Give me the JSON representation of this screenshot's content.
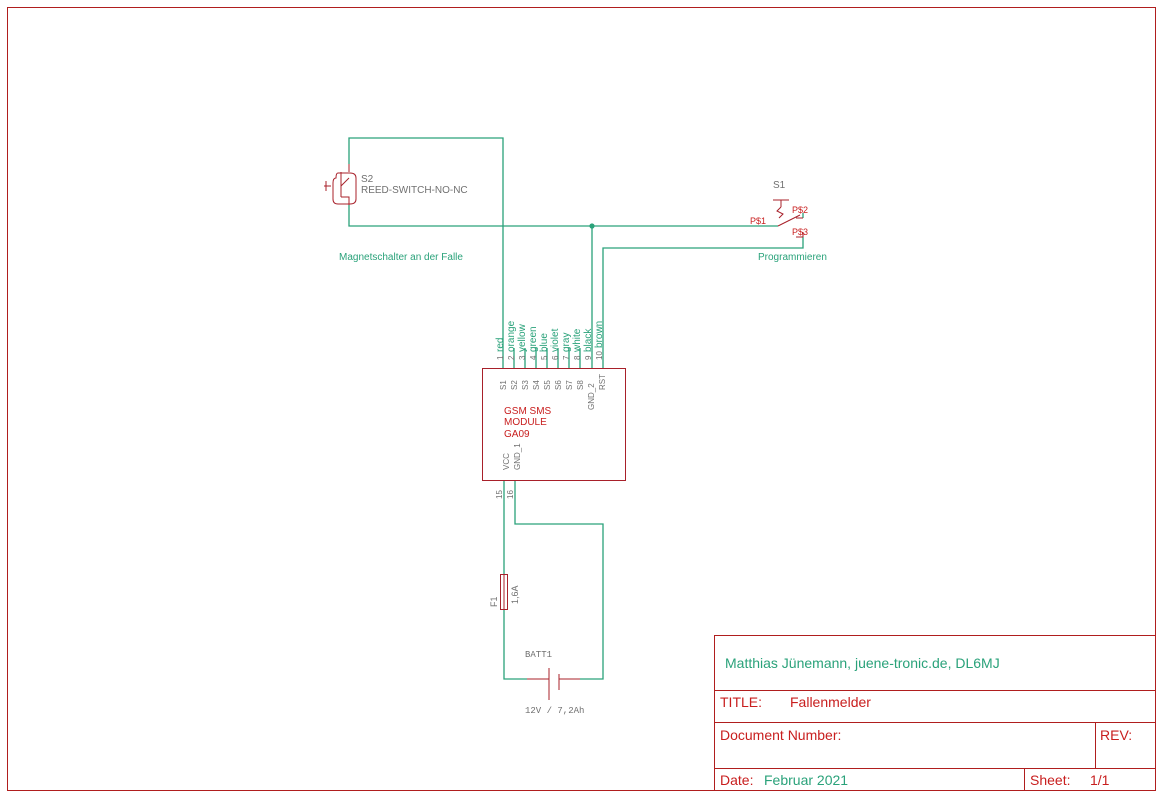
{
  "colors": {
    "frame": "#b01e1e",
    "wire": "#2aa27a",
    "part_text": "#c81e1e",
    "pin_text": "#707070"
  },
  "parts": {
    "reed_switch": {
      "ref": "S2",
      "value": "REED-SWITCH-NO-NC",
      "icon": "reed-switch-icon"
    },
    "push_switch": {
      "ref": "S1",
      "pins": [
        "P$1",
        "P$2",
        "P$3"
      ],
      "icon": "switch-icon"
    },
    "module": {
      "name_lines": [
        "GSM SMS",
        "MODULE",
        "GA09"
      ],
      "top_pins": [
        "S1",
        "S2",
        "S3",
        "S4",
        "S5",
        "S6",
        "S7",
        "S8",
        "GND_2",
        "RST"
      ],
      "bottom_pins": [
        "VCC",
        "GND_1"
      ],
      "bottom_pin_numbers": [
        "15",
        "16"
      ]
    },
    "fuse": {
      "ref": "F1",
      "value": "1,6A",
      "icon": "fuse-icon"
    },
    "battery": {
      "ref": "BATT1",
      "value": "12V / 7,2Ah",
      "icon": "battery-icon"
    }
  },
  "wires": {
    "top_labels": [
      {
        "num": "1",
        "color": "red"
      },
      {
        "num": "2",
        "color": "orange"
      },
      {
        "num": "3",
        "color": "yellow"
      },
      {
        "num": "4",
        "color": "green"
      },
      {
        "num": "5",
        "color": "blue"
      },
      {
        "num": "6",
        "color": "violet"
      },
      {
        "num": "7",
        "color": "gray"
      },
      {
        "num": "8",
        "color": "white"
      },
      {
        "num": "9",
        "color": "black"
      },
      {
        "num": "10",
        "color": "brown"
      }
    ]
  },
  "notes": {
    "reed_note": "Magnetschalter an der Falle",
    "program_note": "Programmieren"
  },
  "titleblock": {
    "author": "Matthias Jünemann, juene-tronic.de, DL6MJ",
    "title_label": "TITLE:",
    "title_value": "Fallenmelder",
    "docnum_label": "Document Number:",
    "rev_label": "REV:",
    "date_label": "Date:",
    "date_value": "Februar 2021",
    "sheet_label": "Sheet:",
    "sheet_value": "1/1"
  }
}
